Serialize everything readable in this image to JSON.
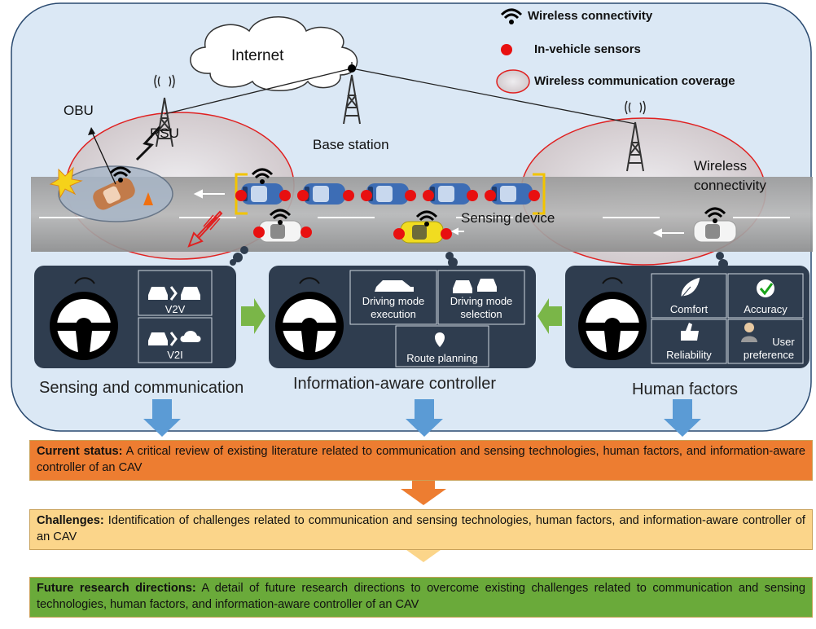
{
  "legend": {
    "wireless": "Wireless connectivity",
    "sensors": "In-vehicle sensors",
    "coverage": "Wireless communication coverage"
  },
  "labels": {
    "internet": "Internet",
    "obu": "OBU",
    "rsu": "RSU",
    "base_station": "Base station",
    "wireless_l1": "Wireless",
    "wireless_l2": "connectivity",
    "sensing_device": "Sensing device"
  },
  "panels": {
    "left": {
      "title": "Sensing and communication",
      "v2v": "V2V",
      "v2i": "V2I"
    },
    "middle": {
      "title": "Information-aware controller",
      "exec_l1": "Driving mode",
      "exec_l2": "execution",
      "sel_l1": "Driving mode",
      "sel_l2": "selection",
      "route": "Route planning"
    },
    "right": {
      "title": "Human factors",
      "comfort": "Comfort",
      "accuracy": "Accuracy",
      "reliability": "Reliability",
      "pref_l1": "User",
      "pref_l2": "preference"
    }
  },
  "strips": [
    {
      "head": "Current status:",
      "body": " A critical review of existing literature related to communication and sensing technologies, human factors, and information-aware controller of an CAV"
    },
    {
      "head": "Challenges:",
      "body": " Identification of challenges related to communication and sensing technologies, human factors, and information-aware controller of an CAV"
    },
    {
      "head": "Future research directions:",
      "body": " A detail of future research directions to overcome existing challenges related to communication and sensing technologies, human factors, and information-aware controller of an CAV"
    }
  ],
  "colors": {
    "background": "#dbe8f5",
    "panel": "#2f3d4f",
    "sensor": "#e81010",
    "current": "#ed7d31",
    "challenges": "#fbd58a",
    "future": "#6aaa3a",
    "arrow_blue": "#5b9bd5",
    "arrow_green": "#7ab648"
  }
}
